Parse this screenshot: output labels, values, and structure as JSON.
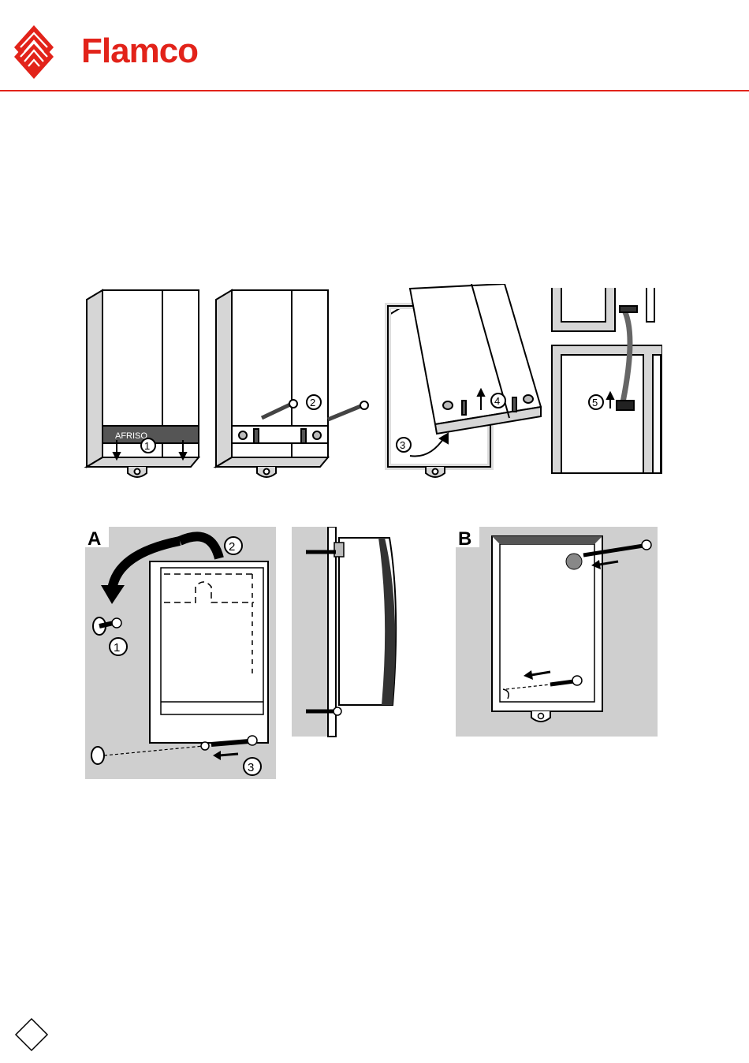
{
  "brand": {
    "name": "Flamco",
    "logo_icon": "flamco-diamond-logo-icon",
    "color": "#e2231a"
  },
  "figures_top": {
    "step1": "1",
    "step2": "2",
    "step3": "3",
    "step4": "4",
    "step5": "5",
    "device_label": "AFRISO"
  },
  "figures_bottom": {
    "panel_a_label": "A",
    "panel_b_label": "B",
    "step1": "1",
    "step2": "2",
    "step3": "3"
  },
  "colors": {
    "panel_bg": "#cfcfcf",
    "line": "#000000",
    "accent": "#e2231a"
  },
  "page_corner_icon": "diamond-outline-icon"
}
